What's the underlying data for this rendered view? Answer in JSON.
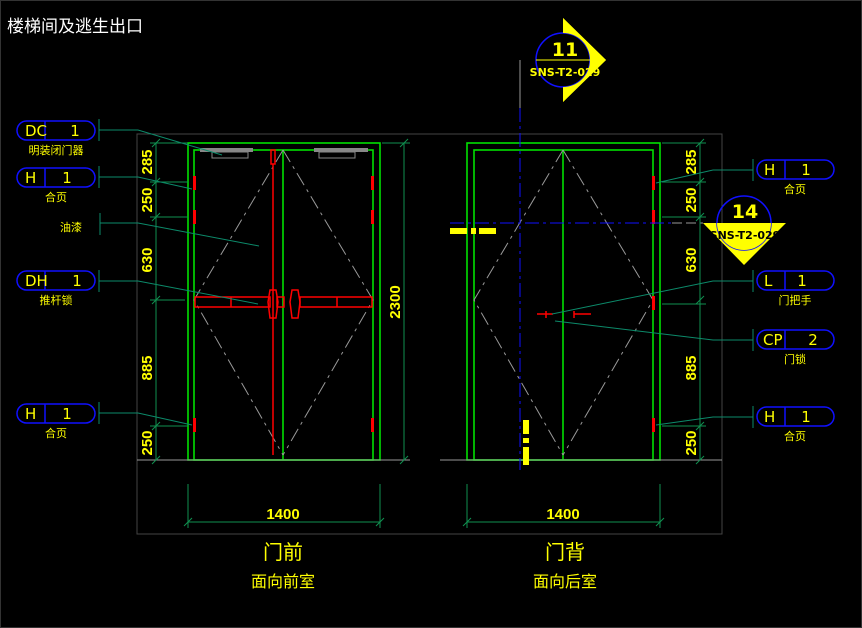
{
  "title": "楼梯间及逃生出口",
  "views": [
    {
      "name": "门前",
      "caption": "面向前室",
      "width_dim": "1400",
      "height_dim": "2300"
    },
    {
      "name": "门背",
      "caption": "面向后室",
      "width_dim": "1400"
    }
  ],
  "left_dims": [
    "285",
    "250",
    "630",
    "885",
    "250"
  ],
  "right_dims": [
    "285",
    "250",
    "630",
    "885",
    "250"
  ],
  "callouts_left": [
    {
      "code": "DC",
      "qty": "1",
      "label": "明装闭门器"
    },
    {
      "code": "H",
      "qty": "1",
      "label": "合页"
    },
    {
      "note": "油漆"
    },
    {
      "code": "DH",
      "qty": "1",
      "label": "推杆锁"
    },
    {
      "code": "H",
      "qty": "1",
      "label": "合页"
    }
  ],
  "callouts_right": [
    {
      "code": "H",
      "qty": "1",
      "label": "合页"
    },
    {
      "code": "L",
      "qty": "1",
      "label": "门把手"
    },
    {
      "code": "CP",
      "qty": "2",
      "label": "门锁"
    },
    {
      "code": "H",
      "qty": "1",
      "label": "合页"
    }
  ],
  "section_markers": [
    {
      "number": "11",
      "ref": "SNS-T2-029"
    },
    {
      "number": "14",
      "ref": "SNS-T2-029"
    }
  ]
}
